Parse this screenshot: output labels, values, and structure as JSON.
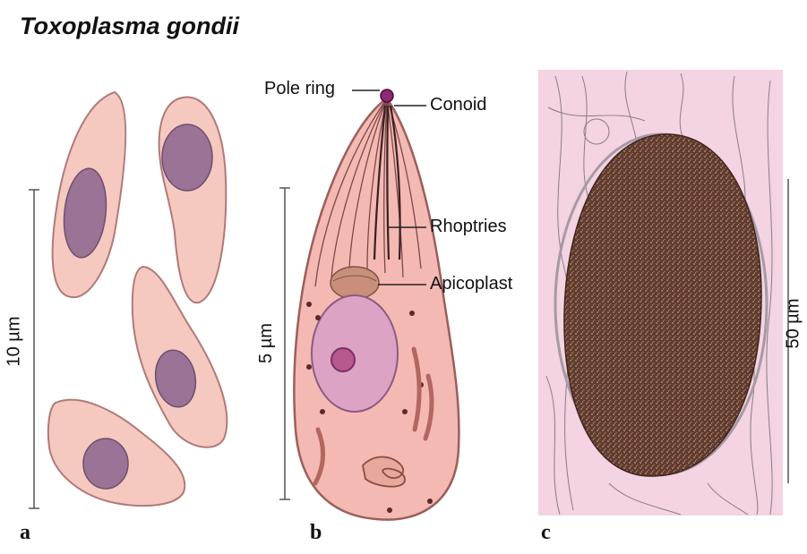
{
  "title": "Toxoplasma gondii",
  "panels": [
    {
      "letter": "a",
      "scale": "10 µm"
    },
    {
      "letter": "b",
      "scale": "5 µm",
      "labels": [
        "Pole ring",
        "Conoid",
        "Rhoptries",
        "Apicoplast"
      ]
    },
    {
      "letter": "c",
      "scale": "50 µm"
    }
  ],
  "colors": {
    "cell_fill": "#f6c9c0",
    "cell_stroke": "#b07a78",
    "nucleus": "#9a7396",
    "tissue_bg": "#f4d3e2",
    "cyst": "#6b4535"
  }
}
